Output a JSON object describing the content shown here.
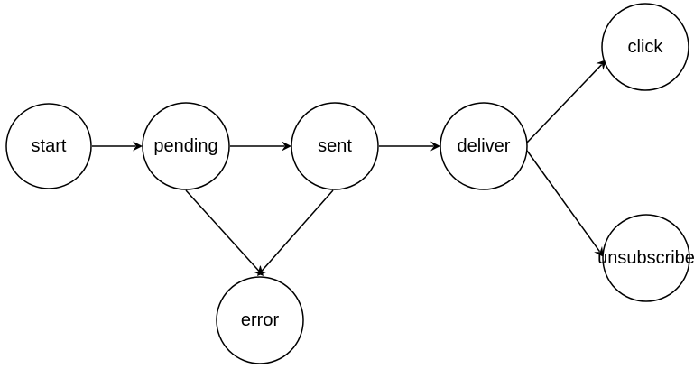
{
  "diagram": {
    "nodes": [
      {
        "id": "start",
        "label": "start"
      },
      {
        "id": "pending",
        "label": "pending"
      },
      {
        "id": "sent",
        "label": "sent"
      },
      {
        "id": "deliver",
        "label": "deliver"
      },
      {
        "id": "click",
        "label": "click"
      },
      {
        "id": "unsubscribe",
        "label": "unsubscribe"
      },
      {
        "id": "error",
        "label": "error",
        "color": "#e00000"
      }
    ],
    "edges": [
      {
        "from": "start",
        "to": "pending"
      },
      {
        "from": "pending",
        "to": "sent"
      },
      {
        "from": "sent",
        "to": "deliver"
      },
      {
        "from": "deliver",
        "to": "click"
      },
      {
        "from": "deliver",
        "to": "unsubscribe"
      },
      {
        "from": "pending",
        "to": "error"
      },
      {
        "from": "sent",
        "to": "error"
      }
    ],
    "colors": {
      "default_stroke": "#000000",
      "error": "#e00000",
      "background": "#ffffff"
    }
  }
}
